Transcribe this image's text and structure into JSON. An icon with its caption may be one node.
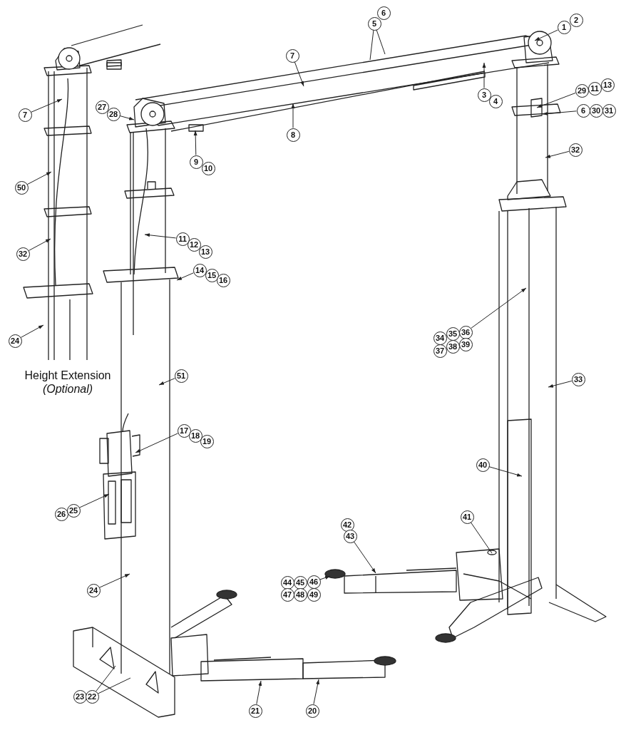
{
  "diagram": {
    "nodes": [
      {
        "text": [
          "6"
        ]
      },
      {
        "text": [
          "2"
        ]
      },
      {
        "text": [
          "5"
        ]
      },
      {
        "text": [
          "1"
        ]
      },
      {
        "text": [
          "7"
        ]
      },
      {
        "text": [
          "13"
        ]
      },
      {
        "text": [
          "11"
        ]
      },
      {
        "text": [
          "29"
        ]
      },
      {
        "text": [
          "3"
        ]
      },
      {
        "text": [
          "4"
        ]
      },
      {
        "text": [
          "27"
        ]
      },
      {
        "text": [
          "6"
        ]
      },
      {
        "text": [
          "30"
        ]
      },
      {
        "text": [
          "31"
        ]
      },
      {
        "text": [
          "28"
        ]
      },
      {
        "text": [
          "7"
        ]
      },
      {
        "text": [
          "8"
        ]
      },
      {
        "text": [
          "32"
        ]
      },
      {
        "text": [
          "9"
        ]
      },
      {
        "text": [
          "10"
        ]
      },
      {
        "text": [
          "50"
        ]
      },
      {
        "text": [
          "11"
        ]
      },
      {
        "text": [
          "12"
        ]
      },
      {
        "text": [
          "13"
        ]
      },
      {
        "text": [
          "32"
        ]
      },
      {
        "text": [
          "14"
        ]
      },
      {
        "text": [
          "15"
        ]
      },
      {
        "text": [
          "16"
        ]
      },
      {
        "text": [
          "36"
        ]
      },
      {
        "text": [
          "35"
        ]
      },
      {
        "text": [
          "34"
        ]
      },
      {
        "text": [
          "24"
        ]
      },
      {
        "text": [
          "39"
        ]
      },
      {
        "text": [
          "38"
        ]
      },
      {
        "text": [
          "37"
        ]
      },
      {
        "text": [
          "51"
        ]
      },
      {
        "text": [
          "33"
        ]
      },
      {
        "text": [
          "17"
        ]
      },
      {
        "text": [
          "18"
        ]
      },
      {
        "text": [
          "19"
        ]
      },
      {
        "text": [
          "40"
        ]
      },
      {
        "text": [
          "26"
        ]
      },
      {
        "text": [
          "25"
        ]
      },
      {
        "text": [
          "41"
        ]
      },
      {
        "text": [
          "42"
        ]
      },
      {
        "text": [
          "43"
        ]
      },
      {
        "text": [
          "44"
        ]
      },
      {
        "text": [
          "45"
        ]
      },
      {
        "text": [
          "46"
        ]
      },
      {
        "text": [
          "24"
        ]
      },
      {
        "text": [
          "47"
        ]
      },
      {
        "text": [
          "48"
        ]
      },
      {
        "text": [
          "49"
        ]
      },
      {
        "text": [
          "23"
        ]
      },
      {
        "text": [
          "22"
        ]
      },
      {
        "text": [
          "21"
        ]
      },
      {
        "text": [
          "20"
        ]
      }
    ],
    "edges": [
      {
        "from": 2,
        "to": null,
        "arrow": "none"
      },
      {
        "from": 2,
        "to": null,
        "arrow": "none"
      },
      {
        "from": 3,
        "to": null,
        "arrow": "to"
      },
      {
        "from": 4,
        "to": null,
        "arrow": "to"
      },
      {
        "from": 7,
        "to": null,
        "arrow": "to"
      },
      {
        "from": 8,
        "to": null,
        "arrow": "to"
      },
      {
        "from": 11,
        "to": null,
        "arrow": "to"
      },
      {
        "from": 14,
        "to": null,
        "arrow": "to"
      },
      {
        "from": 15,
        "to": null,
        "arrow": "to"
      },
      {
        "from": 16,
        "to": null,
        "arrow": "to"
      },
      {
        "from": 17,
        "to": null,
        "arrow": "to"
      },
      {
        "from": 18,
        "to": null,
        "arrow": "to"
      },
      {
        "from": 20,
        "to": null,
        "arrow": "to"
      },
      {
        "from": 21,
        "to": null,
        "arrow": "to"
      },
      {
        "from": 24,
        "to": null,
        "arrow": "to"
      },
      {
        "from": 25,
        "to": null,
        "arrow": "to"
      },
      {
        "from": 28,
        "to": null,
        "arrow": "to"
      },
      {
        "from": 31,
        "to": null,
        "arrow": "to"
      },
      {
        "from": 35,
        "to": null,
        "arrow": "to"
      },
      {
        "from": 36,
        "to": null,
        "arrow": "to"
      },
      {
        "from": 37,
        "to": null,
        "arrow": "to"
      },
      {
        "from": 42,
        "to": null,
        "arrow": "to"
      },
      {
        "from": 40,
        "to": null,
        "arrow": "to"
      },
      {
        "from": 43,
        "to": null,
        "arrow": "none"
      },
      {
        "from": 45,
        "to": null,
        "arrow": "to"
      },
      {
        "from": 48,
        "to": null,
        "arrow": "to"
      },
      {
        "from": 49,
        "to": null,
        "arrow": "to"
      },
      {
        "from": 54,
        "to": null,
        "arrow": "none"
      },
      {
        "from": 54,
        "to": null,
        "arrow": "none"
      },
      {
        "from": 55,
        "to": null,
        "arrow": "to"
      },
      {
        "from": 56,
        "to": null,
        "arrow": "to"
      }
    ],
    "labels": [
      "Height Extension",
      "(Optional)"
    ]
  }
}
